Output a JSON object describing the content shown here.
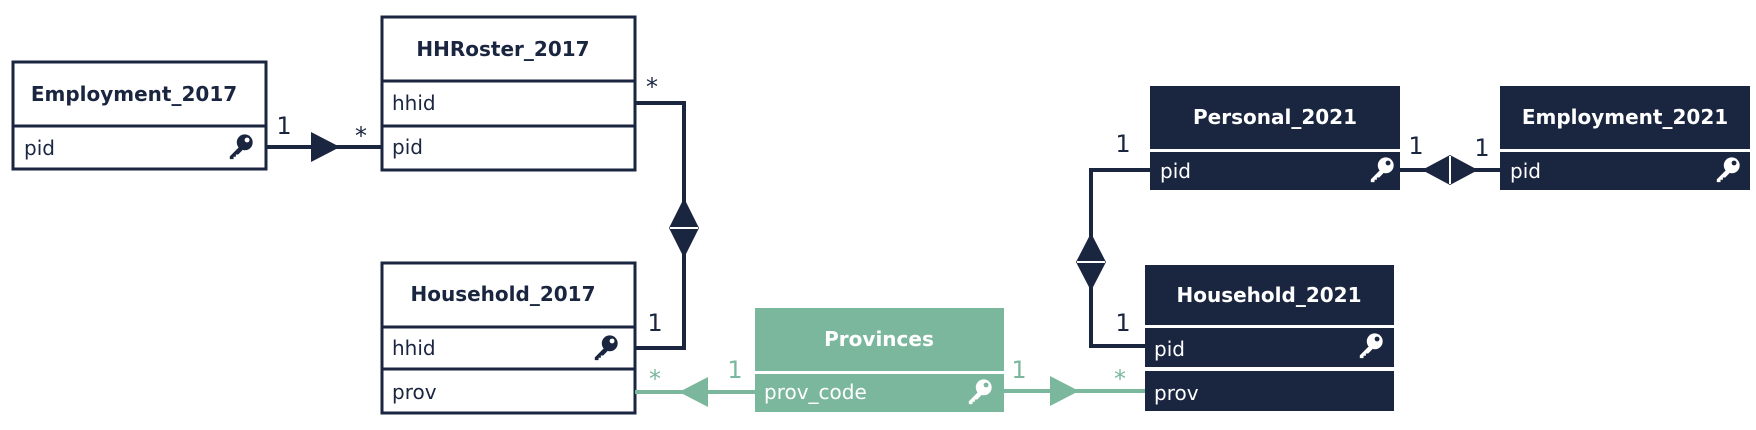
{
  "colors": {
    "navy": "#1a2540",
    "green": "#7bb79c",
    "white": "#ffffff"
  },
  "tables": {
    "employment_2017": {
      "title": "Employment_2017",
      "fields": [
        "pid"
      ]
    },
    "hhroster_2017": {
      "title": "HHRoster_2017",
      "fields": [
        "hhid",
        "pid"
      ]
    },
    "household_2017": {
      "title": "Household_2017",
      "fields": [
        "hhid",
        "prov"
      ]
    },
    "provinces": {
      "title": "Provinces",
      "fields": [
        "prov_code"
      ]
    },
    "personal_2021": {
      "title": "Personal_2021",
      "fields": [
        "pid"
      ]
    },
    "employment_2021": {
      "title": "Employment_2021",
      "fields": [
        "pid"
      ]
    },
    "household_2021": {
      "title": "Household_2021",
      "fields": [
        "pid",
        "prov"
      ]
    }
  },
  "relations": {
    "emp17_roster": {
      "from": "1",
      "to": "*"
    },
    "roster_household17": {
      "from": "*",
      "to": "1"
    },
    "household17_provinces": {
      "from": "*",
      "to": "1"
    },
    "provinces_household21": {
      "from": "1",
      "to": "*"
    },
    "personal_household21": {
      "from": "1",
      "to": "1"
    },
    "personal_employment21": {
      "from": "1",
      "to": "1"
    }
  },
  "icons": {
    "key": "key-icon"
  }
}
